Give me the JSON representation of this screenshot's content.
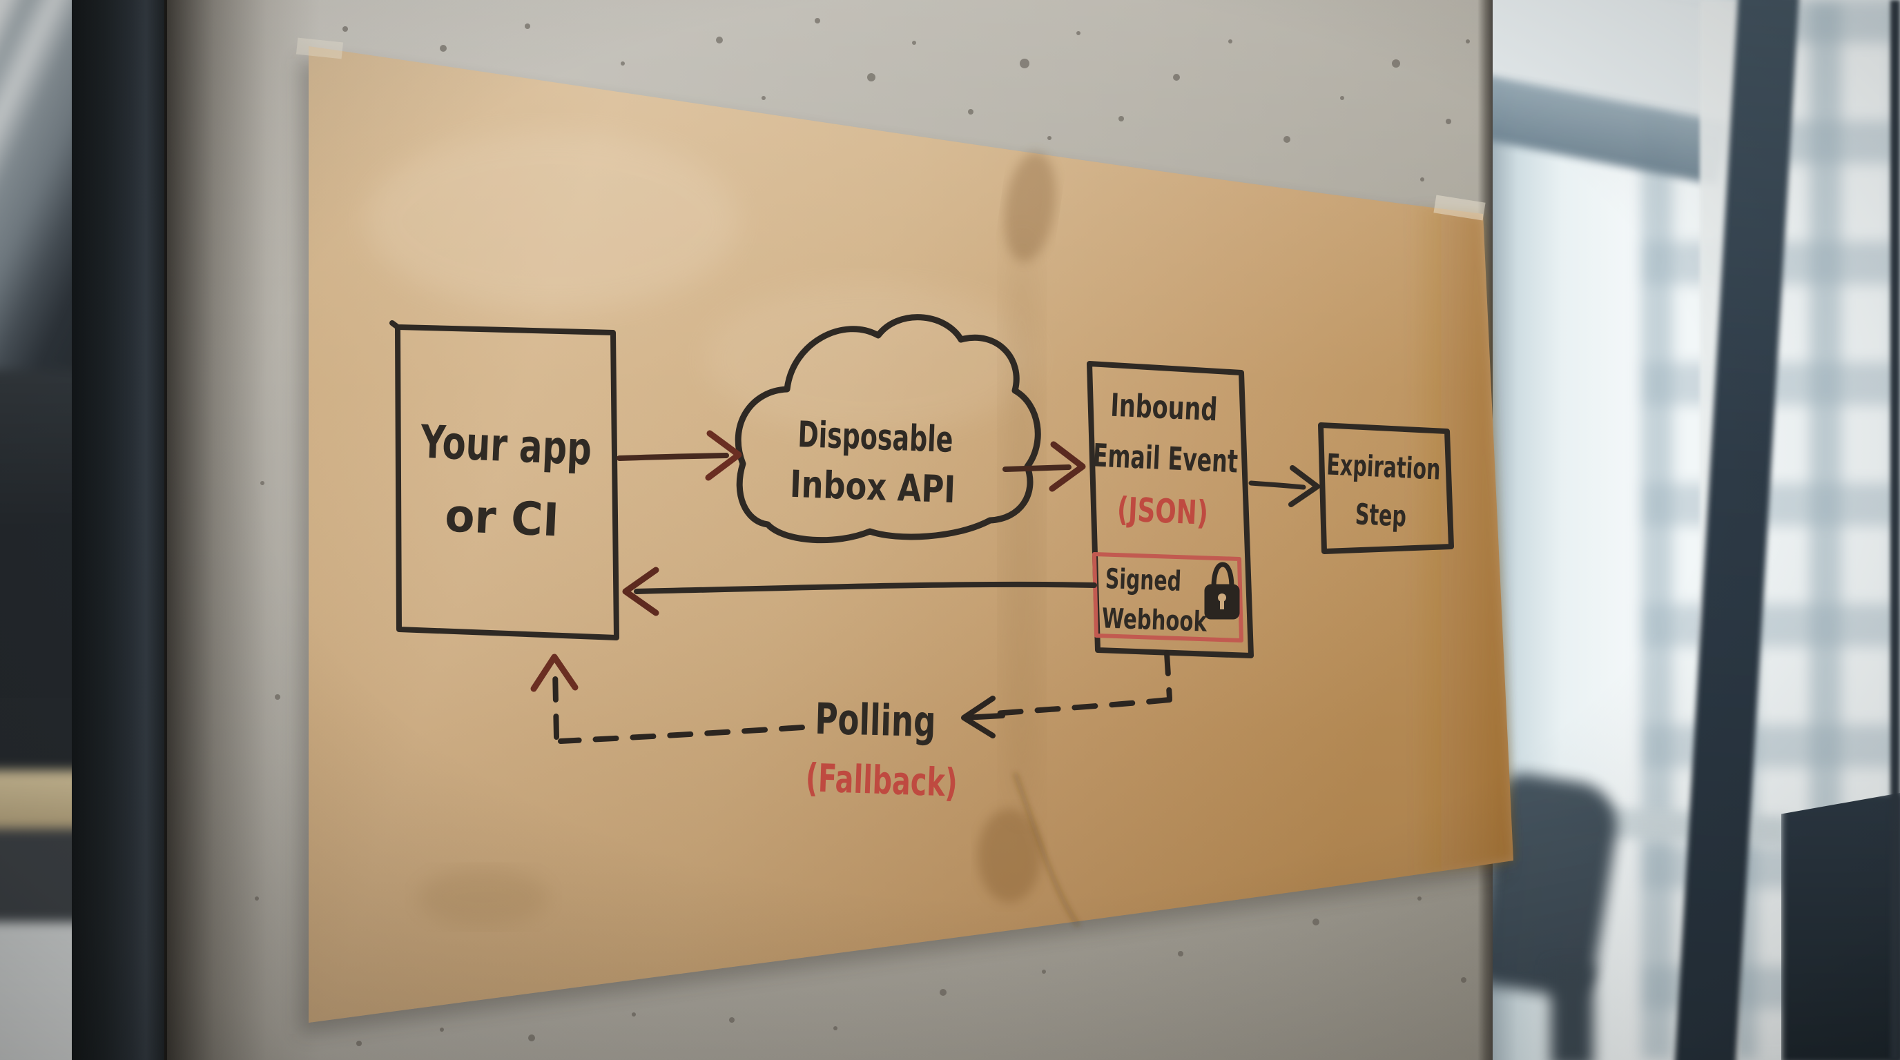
{
  "diagram": {
    "app_box": {
      "line1": "Your app",
      "line2": "or CI"
    },
    "cloud": {
      "line1": "Disposable",
      "line2": "Inbox API"
    },
    "inbound_box": {
      "line1": "Inbound",
      "line2": "Email Event",
      "line3": "(JSON)"
    },
    "webhook_box": {
      "line1": "Signed",
      "line2": "Webhook",
      "icon": "lock-icon"
    },
    "expiration_box": {
      "line1": "Expiration",
      "line2": "Step"
    },
    "polling_edge": {
      "label": "Polling",
      "sublabel": "(Fallback)"
    },
    "colors": {
      "ink": "#2f2a24",
      "marker_red": "#bf4a40",
      "arrow_maroon": "#5e2b1f",
      "webhook_border": "#c25a50",
      "paper": "#cdaa7e"
    }
  }
}
